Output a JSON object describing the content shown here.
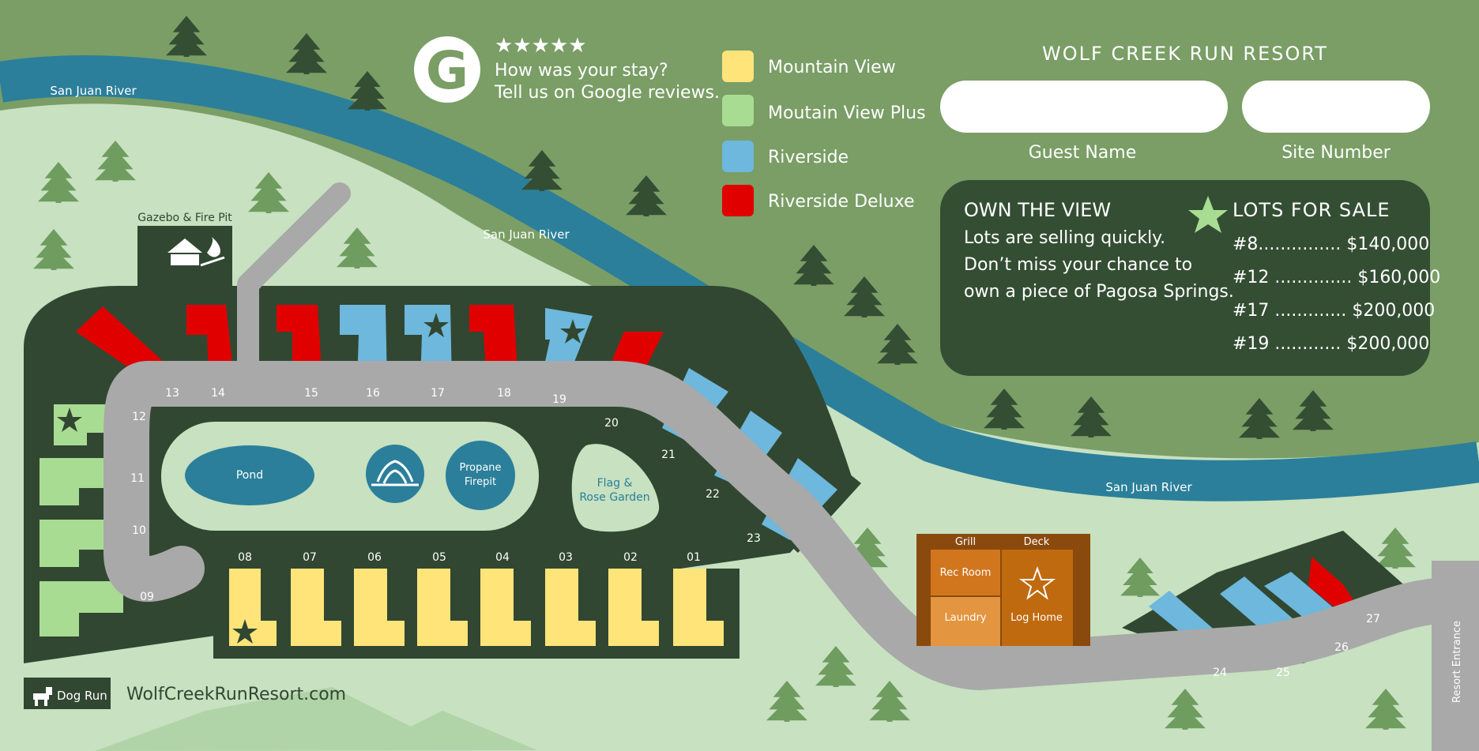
{
  "resort": {
    "name": "WOLF CREEK RUN RESORT",
    "website": "WolfCreekRunResort.com"
  },
  "colors": {
    "grass_dark": "#7a9e66",
    "grass_light": "#c7e1c1",
    "river": "#2b7f9a",
    "road": "#a9a9a9",
    "lot_block": "#314731",
    "mountain_view": "#ffe47a",
    "mountain_view_plus": "#a8dc92",
    "riverside": "#6db8dc",
    "riverside_deluxe": "#e00000",
    "tree": "#344e34",
    "tree_light": "#6f9c5f",
    "panel": "#344e34",
    "brown": "#8a4a0e",
    "orange": "#d2761e",
    "orange_light": "#e3953f"
  },
  "reviews": {
    "stars": "★★★★★",
    "line1": "How was your stay?",
    "line2": "Tell us on Google reviews.",
    "icon": "google-icon"
  },
  "legend": [
    {
      "label": "Mountain View",
      "color": "#ffe47a"
    },
    {
      "label": "Moutain View Plus",
      "color": "#a8dc92"
    },
    {
      "label": "Riverside",
      "color": "#6db8dc"
    },
    {
      "label": "Riverside Deluxe",
      "color": "#e00000"
    }
  ],
  "form": {
    "guest_label": "Guest Name",
    "site_label": "Site Number"
  },
  "promo": {
    "heading": "OWN THE VIEW",
    "lines": [
      "Lots are selling quickly.",
      "Don’t miss your chance to",
      "own a piece of Pagosa Springs."
    ],
    "sale_heading": "LOTS FOR SALE",
    "sale_items": [
      "#8............... $140,000",
      "#12 .............. $160,000",
      "#17 ............. $200,000",
      "#19 ............ $200,000"
    ]
  },
  "labels": {
    "river1": "San Juan River",
    "river2": "San Juan River",
    "river3": "San Juan River",
    "gazebo": "Gazebo & Fire Pit",
    "pond": "Pond",
    "propane": [
      "Propane",
      "Firepit"
    ],
    "flag": [
      "Flag &",
      "Rose Garden"
    ],
    "grill": "Grill",
    "deck": "Deck",
    "rec_room": "Rec Room",
    "laundry": "Laundry",
    "log_home": "Log Home",
    "dog_run": "Dog Run",
    "entrance": "Resort Entrance"
  },
  "sites": [
    "01",
    "02",
    "03",
    "04",
    "05",
    "06",
    "07",
    "08",
    "09",
    "10",
    "11",
    "12",
    "13",
    "14",
    "15",
    "16",
    "17",
    "18",
    "19",
    "20",
    "21",
    "22",
    "23",
    "24",
    "25",
    "26",
    "27"
  ]
}
